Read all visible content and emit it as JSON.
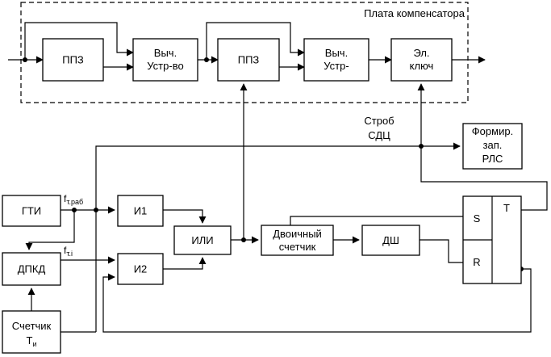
{
  "compensator_board": {
    "title": "Плата компенсатора"
  },
  "blocks": {
    "ppz1": {
      "lines": [
        "ППЗ"
      ]
    },
    "vych1": {
      "lines": [
        "Выч.",
        "Устр-во"
      ]
    },
    "ppz2": {
      "lines": [
        "ППЗ"
      ]
    },
    "vych2": {
      "lines": [
        "Выч.",
        "Устр-"
      ]
    },
    "el_key": {
      "lines": [
        "Эл.",
        "ключ"
      ]
    },
    "form_rls": {
      "lines": [
        "Формир.",
        "зап.",
        "РЛС"
      ]
    },
    "gti": {
      "lines": [
        "ГТИ"
      ]
    },
    "and1": {
      "lines": [
        "И1"
      ]
    },
    "or": {
      "lines": [
        "ИЛИ"
      ]
    },
    "counter": {
      "lines": [
        "Двоичный",
        "счетчик"
      ]
    },
    "dsh": {
      "lines": [
        "ДШ"
      ]
    },
    "dpkd": {
      "lines": [
        "ДПКД"
      ]
    },
    "and2": {
      "lines": [
        "И2"
      ]
    },
    "counter_t": {
      "lines": [
        "Счетчик"
      ],
      "symbol": "Т",
      "symbol_sub": "и"
    },
    "trigger": {
      "s": "S",
      "r": "R",
      "t": "T"
    }
  },
  "labels": {
    "strobe": [
      "Строб",
      "СДЦ"
    ],
    "f_work": {
      "main": "f",
      "sub": "т.раб"
    },
    "f_i": {
      "main": "f",
      "sub": "т.i"
    }
  }
}
